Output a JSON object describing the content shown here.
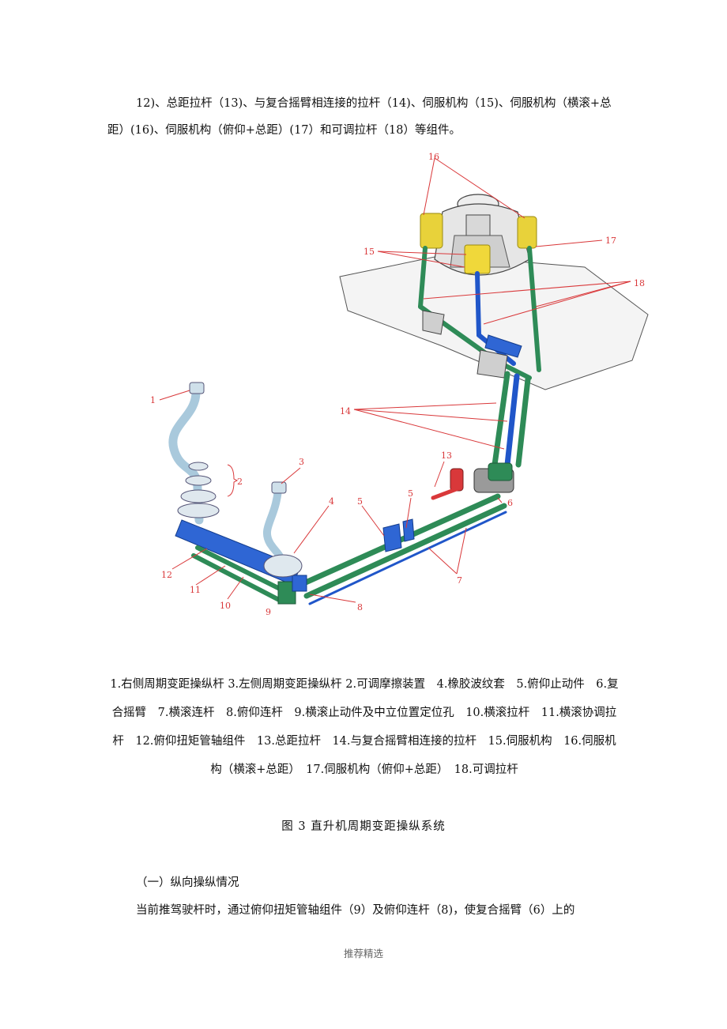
{
  "intro_text": "12)、总距拉杆（13)、与复合摇臂相连接的拉杆（14)、伺服机构（15)、伺服机构（横滚+总距）(16)、伺服机构（俯仰+总距）(17）和可调拉杆（18）等组件。",
  "figure": {
    "labels": {
      "l1": "1",
      "l2": "2",
      "l3": "3",
      "l4": "4",
      "l5a": "5",
      "l5b": "5",
      "l6": "6",
      "l7": "7",
      "l8": "8",
      "l9": "9",
      "l10": "10",
      "l11": "11",
      "l12": "12",
      "l13": "13",
      "l14": "14",
      "l15": "15",
      "l16": "16",
      "l17": "17",
      "l18": "18"
    },
    "colors": {
      "green_link": "#2e8b57",
      "blue_link": "#2056c9",
      "yellow_servo": "#e8d23a",
      "red_callout": "#d9383a",
      "light_blue_stick": "#a9c9dc"
    }
  },
  "legend_text": "1.右侧周期变距操纵杆 3.左侧周期变距操纵杆 2.可调摩擦装置　4.橡胶波纹套　5.俯仰止动件　6.复合摇臂　7.横滚连杆　8.俯仰连杆　9.横滚止动件及中立位置定位孔　10.横滚拉杆　11.横滚协调拉杆　12.俯仰扭矩管轴组件　13.总距拉杆　14.与复合摇臂相连接的拉杆　15.伺服机构　16.伺服机构（横滚+总距）　17.伺服机构（俯仰+总距）　18.可调拉杆",
  "figure_title": "图 3 直升机周期变距操纵系统",
  "section_heading": "（一）纵向操纵情况",
  "body_text": "当前推驾驶杆时，通过俯仰扭矩管轴组件（9）及俯仰连杆（8)，使复合摇臂（6）上的",
  "footer": "推荐精选"
}
